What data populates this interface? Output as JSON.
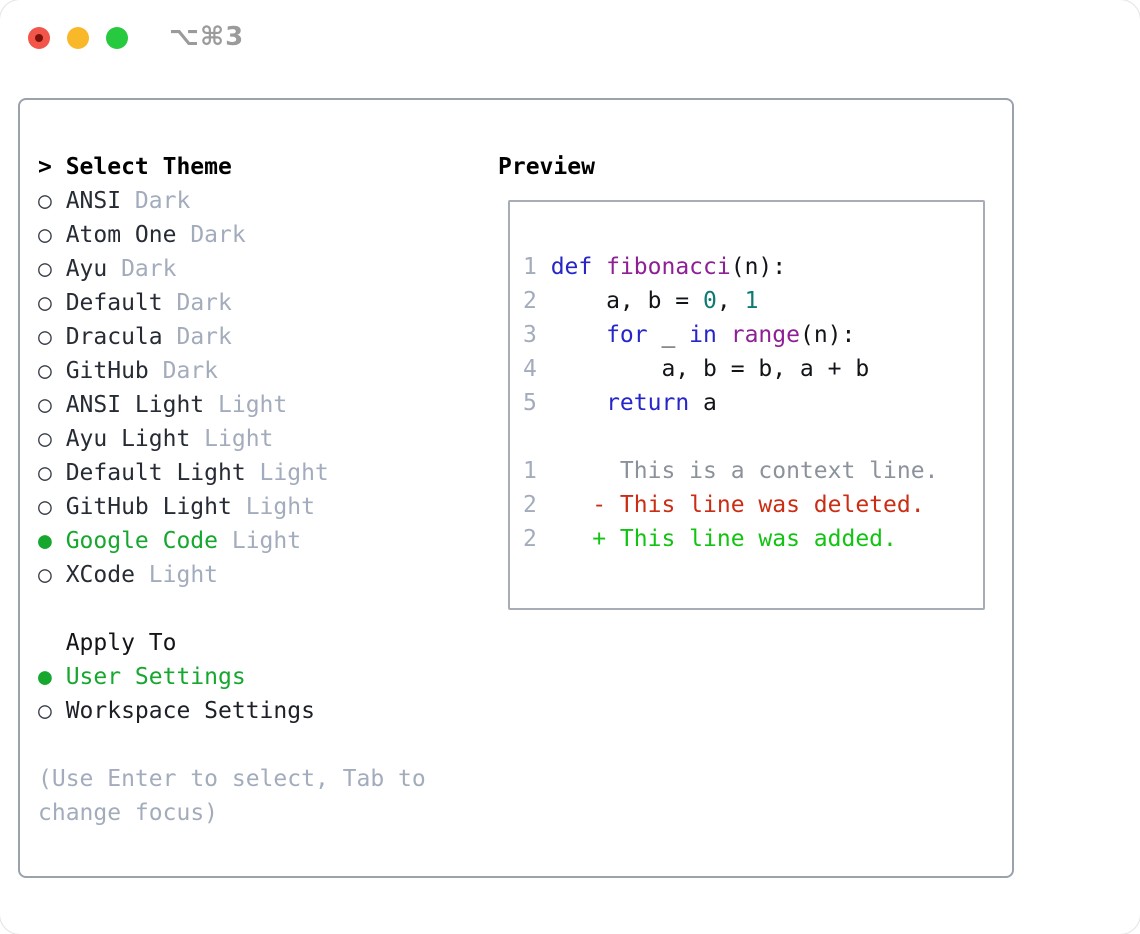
{
  "window": {
    "title_shortcut": "⌥⌘3"
  },
  "colors": {
    "accent_green": "#16a72f",
    "diff_added": "#12c412",
    "diff_deleted": "#cb2d14",
    "syntax_keyword": "#2525c9",
    "syntax_function": "#8e2096",
    "syntax_number": "#0d7a73",
    "muted_gray": "#a3acbc",
    "panel_border": "#9aa2ad",
    "traffic_red": "#f25549",
    "traffic_yellow": "#f9b82a",
    "traffic_green": "#27c93f"
  },
  "theme_panel": {
    "header": {
      "prefix": ">",
      "label": "Select Theme"
    },
    "items": [
      {
        "bullet": "○",
        "name": "ANSI",
        "variant": "Dark",
        "selected": false
      },
      {
        "bullet": "○",
        "name": "Atom One",
        "variant": "Dark",
        "selected": false
      },
      {
        "bullet": "○",
        "name": "Ayu",
        "variant": "Dark",
        "selected": false
      },
      {
        "bullet": "○",
        "name": "Default",
        "variant": "Dark",
        "selected": false
      },
      {
        "bullet": "○",
        "name": "Dracula",
        "variant": "Dark",
        "selected": false
      },
      {
        "bullet": "○",
        "name": "GitHub",
        "variant": "Dark",
        "selected": false
      },
      {
        "bullet": "○",
        "name": "ANSI Light",
        "variant": "Light",
        "selected": false
      },
      {
        "bullet": "○",
        "name": "Ayu Light",
        "variant": "Light",
        "selected": false
      },
      {
        "bullet": "○",
        "name": "Default Light",
        "variant": "Light",
        "selected": false
      },
      {
        "bullet": "○",
        "name": "GitHub Light",
        "variant": "Light",
        "selected": false
      },
      {
        "bullet": "●",
        "name": "Google Code",
        "variant": "Light",
        "selected": true
      },
      {
        "bullet": "○",
        "name": "XCode",
        "variant": "Light",
        "selected": false
      }
    ],
    "apply_to": {
      "label": "Apply To",
      "options": [
        {
          "bullet": "●",
          "label": "User Settings",
          "selected": true
        },
        {
          "bullet": "○",
          "label": "Workspace Settings",
          "selected": false
        }
      ]
    },
    "help_lines": [
      "(Use Enter to select, Tab to",
      "change focus)"
    ]
  },
  "preview": {
    "label": "Preview",
    "code_lines": [
      {
        "num": "1",
        "tokens": [
          {
            "t": "def",
            "c": "kw"
          },
          {
            "t": " ",
            "c": "pl"
          },
          {
            "t": "fibonacci",
            "c": "fn"
          },
          {
            "t": "(n):",
            "c": "pl"
          }
        ]
      },
      {
        "num": "2",
        "tokens": [
          {
            "t": "    a, b = ",
            "c": "pl"
          },
          {
            "t": "0",
            "c": "num"
          },
          {
            "t": ", ",
            "c": "pl"
          },
          {
            "t": "1",
            "c": "num"
          }
        ]
      },
      {
        "num": "3",
        "tokens": [
          {
            "t": "    ",
            "c": "pl"
          },
          {
            "t": "for",
            "c": "kw"
          },
          {
            "t": " _ ",
            "c": "pl"
          },
          {
            "t": "in",
            "c": "kw"
          },
          {
            "t": " ",
            "c": "pl"
          },
          {
            "t": "range",
            "c": "fn"
          },
          {
            "t": "(n):",
            "c": "pl"
          }
        ]
      },
      {
        "num": "4",
        "tokens": [
          {
            "t": "        a, b = b, a + b",
            "c": "pl"
          }
        ]
      },
      {
        "num": "5",
        "tokens": [
          {
            "t": "    ",
            "c": "pl"
          },
          {
            "t": "return",
            "c": "kw"
          },
          {
            "t": " a",
            "c": "pl"
          }
        ]
      }
    ],
    "diff_lines": [
      {
        "num": "1",
        "text": "     This is a context line.",
        "kind": "context"
      },
      {
        "num": "2",
        "text": "   - This line was deleted.",
        "kind": "deleted"
      },
      {
        "num": "2",
        "text": "   + This line was added.",
        "kind": "added"
      }
    ]
  }
}
